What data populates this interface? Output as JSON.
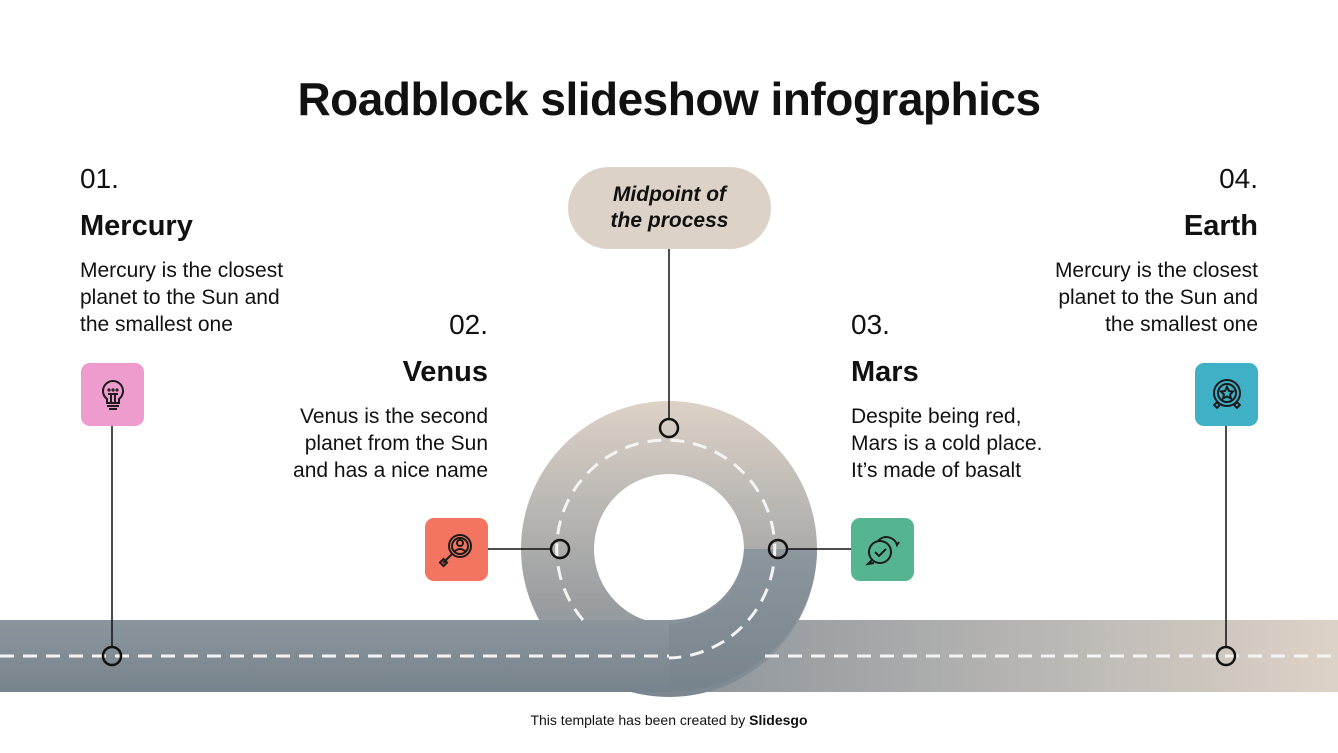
{
  "title": "Roadblock slideshow infographics",
  "midpoint": {
    "line1": "Midpoint of",
    "line2": "the process",
    "color": "#ddd2c7"
  },
  "steps": [
    {
      "number": "01.",
      "name": "Mercury",
      "desc": [
        "Mercury is the closest",
        "planet to the Sun and",
        "the smallest one"
      ],
      "icon": "lightbulb-icon",
      "color": "#ee9ccd"
    },
    {
      "number": "02.",
      "name": "Venus",
      "desc": [
        "Venus is the second",
        "planet from the Sun",
        "and has a nice name"
      ],
      "icon": "search-user-icon",
      "color": "#f37561"
    },
    {
      "number": "03.",
      "name": "Mars",
      "desc": [
        "Despite being red,",
        "Mars is a cold place.",
        "It’s made of basalt"
      ],
      "icon": "chat-check-icon",
      "color": "#56b591"
    },
    {
      "number": "04.",
      "name": "Earth",
      "desc": [
        "Mercury is the closest",
        "planet to the Sun and",
        "the smallest one"
      ],
      "icon": "badge-star-icon",
      "color": "#3fb0c6"
    }
  ],
  "road": {
    "color_dark": "#7b868f",
    "color_light": "#ddd2c7"
  },
  "footer": {
    "text": "This template has been created by ",
    "brand": "Slidesgo"
  }
}
